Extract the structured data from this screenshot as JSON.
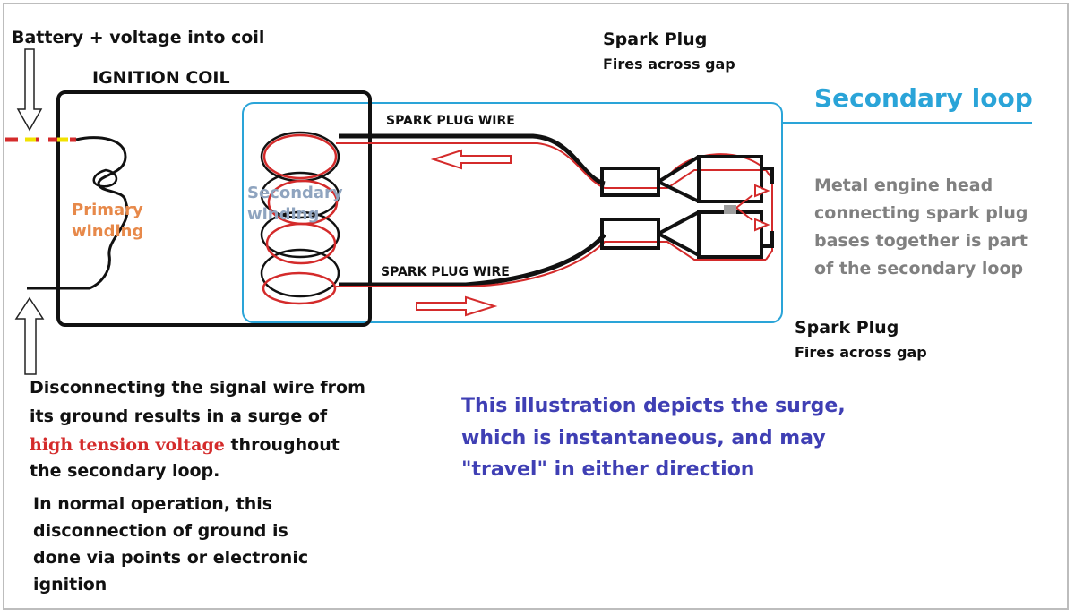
{
  "labels": {
    "battery": "Battery + voltage into coil",
    "ignition_coil": "IGNITION COIL",
    "primary_winding": "Primary winding",
    "secondary_winding": "Secondary winding",
    "spark_plug_wire_top": "SPARK PLUG WIRE",
    "spark_plug_wire_bottom": "SPARK PLUG WIRE",
    "spark_plug_top": {
      "title": "Spark Plug",
      "subtitle": "Fires across gap"
    },
    "spark_plug_bottom": {
      "title": "Spark Plug",
      "subtitle": "Fires across gap"
    },
    "secondary_loop": "Secondary loop"
  },
  "engine_head_note": [
    "Metal engine head",
    "connecting spark plug",
    "bases together is part",
    "of the secondary loop"
  ],
  "disconnect_note": {
    "line0": "Disconnecting the signal wire from",
    "line1": "its ground  results in a surge of",
    "highlight": "high tension voltage",
    "line2_rest": " throughout",
    "line3": "the secondary loop."
  },
  "normal_operation_note": [
    "In normal operation, this",
    "disconnection of ground is",
    "done via points or electronic",
    "ignition"
  ],
  "illustration_note": [
    "This illustration depicts the surge,",
    "which is instantaneous, and may",
    "\"travel\" in either direction"
  ],
  "colors": {
    "coil_outline": "#111111",
    "secondary_loop": "#2aa4d8",
    "surge_path": "#d42b2b",
    "primary_label": "#e7894a",
    "secondary_label": "#8fa4bf",
    "engine_note": "#808080",
    "illustration_note": "#3f3fb4",
    "battery_wire_stripe": "#f2e200"
  }
}
